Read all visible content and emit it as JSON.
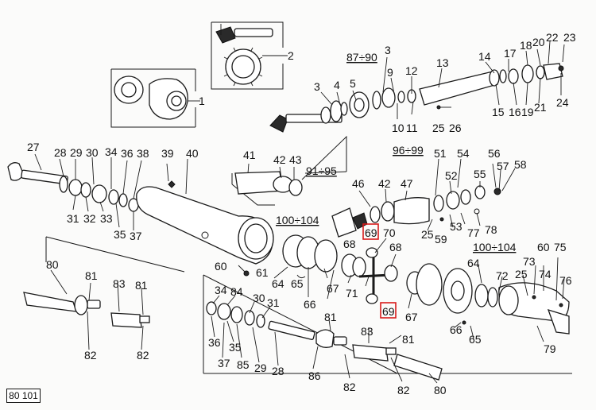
{
  "diagram": {
    "page_code": "80 101",
    "labels": {
      "l1": "1",
      "l2": "2",
      "l3": "3",
      "l3b": "3",
      "l4": "4",
      "l5": "5",
      "l87_90": "87÷90",
      "l9": "9",
      "l10": "10",
      "l11": "11",
      "l12": "12",
      "l13": "13",
      "l14": "14",
      "l15": "15",
      "l16": "16",
      "l17": "17",
      "l18": "18",
      "l19": "19",
      "l20": "20",
      "l21": "21",
      "l22": "22",
      "l23": "23",
      "l24": "24",
      "l25a": "25",
      "l26": "26",
      "l27": "27",
      "l28": "28",
      "l29": "29",
      "l30": "30",
      "l31": "31",
      "l32": "32",
      "l33": "33",
      "l34": "34",
      "l35": "35",
      "l36": "36",
      "l37": "37",
      "l38": "38",
      "l39": "39",
      "l40": "40",
      "l41": "41",
      "l42a": "42",
      "l43": "43",
      "l91_95": "91÷95",
      "l46": "46",
      "l42b": "42",
      "l47": "47",
      "l96_99": "96÷99",
      "l51": "51",
      "l54": "54",
      "l52": "52",
      "l56": "56",
      "l57": "57",
      "l58": "58",
      "l55": "55",
      "l25b": "25",
      "l53": "53",
      "l77": "77",
      "l78": "78",
      "l59": "59",
      "l100_104a": "100÷104",
      "l69a": "69",
      "l70": "70",
      "l68a": "68",
      "l60a": "60",
      "l61": "61",
      "l64a": "64",
      "l65a": "65",
      "l66a": "66",
      "l67a": "67",
      "l71": "71",
      "l68b": "68",
      "l69b": "69",
      "l67b": "67",
      "l100_104b": "100÷104",
      "l60b": "60",
      "l75": "75",
      "l73": "73",
      "l64b": "64",
      "l72": "72",
      "l25c": "25",
      "l74": "74",
      "l76": "76",
      "l66b": "66",
      "l65b": "65",
      "l79": "79",
      "l80a": "80",
      "l81a": "81",
      "l83a": "83",
      "l81b": "81",
      "l82a": "82",
      "l82b": "82",
      "l34b": "34",
      "l84": "84",
      "l30b": "30",
      "l31b": "31",
      "l36b": "36",
      "l35b": "35",
      "l37b": "37",
      "l85": "85",
      "l29b": "29",
      "l28b": "28",
      "l86": "86",
      "l81c": "81",
      "l83b": "83",
      "l81d": "81",
      "l82c": "82",
      "l82d": "82",
      "l80b": "80"
    },
    "highlight_color": "#d81b1b"
  }
}
